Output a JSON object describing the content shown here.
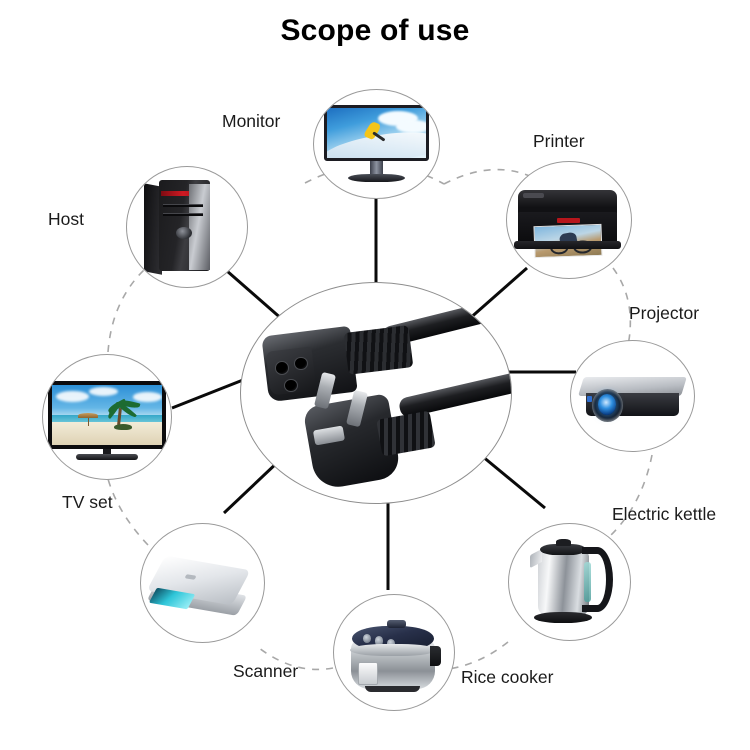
{
  "title": "Scope of use",
  "center": {
    "name": "power-cord",
    "description": "Black AC power cord with IEC C13 connector and European Schuko plug"
  },
  "nodes": [
    {
      "id": "monitor",
      "label": "Monitor",
      "image": "computer-monitor-with-skier-wallpaper"
    },
    {
      "id": "printer",
      "label": "Printer",
      "image": "black-inkjet-printer-printing-photo"
    },
    {
      "id": "projector",
      "label": "Projector",
      "image": "silver-black-projector-with-blue-lens"
    },
    {
      "id": "electric-kettle",
      "label": "Electric kettle",
      "image": "stainless-steel-electric-kettle"
    },
    {
      "id": "rice-cooker",
      "label": "Rice cooker",
      "image": "stainless-steel-rice-cooker"
    },
    {
      "id": "scanner",
      "label": "Scanner",
      "image": "white-flatbed-scanner"
    },
    {
      "id": "tv-set",
      "label": "TV set",
      "image": "flat-screen-tv-with-beach-wallpaper"
    },
    {
      "id": "host",
      "label": "Host",
      "image": "black-desktop-pc-tower"
    }
  ],
  "colors": {
    "background": "#ffffff",
    "title_text": "#000000",
    "label_text": "#1b1b1b",
    "circle_stroke": "#9a9a9a",
    "spoke_line": "#0a0a0a",
    "ring_line": "#a8a8a8"
  }
}
